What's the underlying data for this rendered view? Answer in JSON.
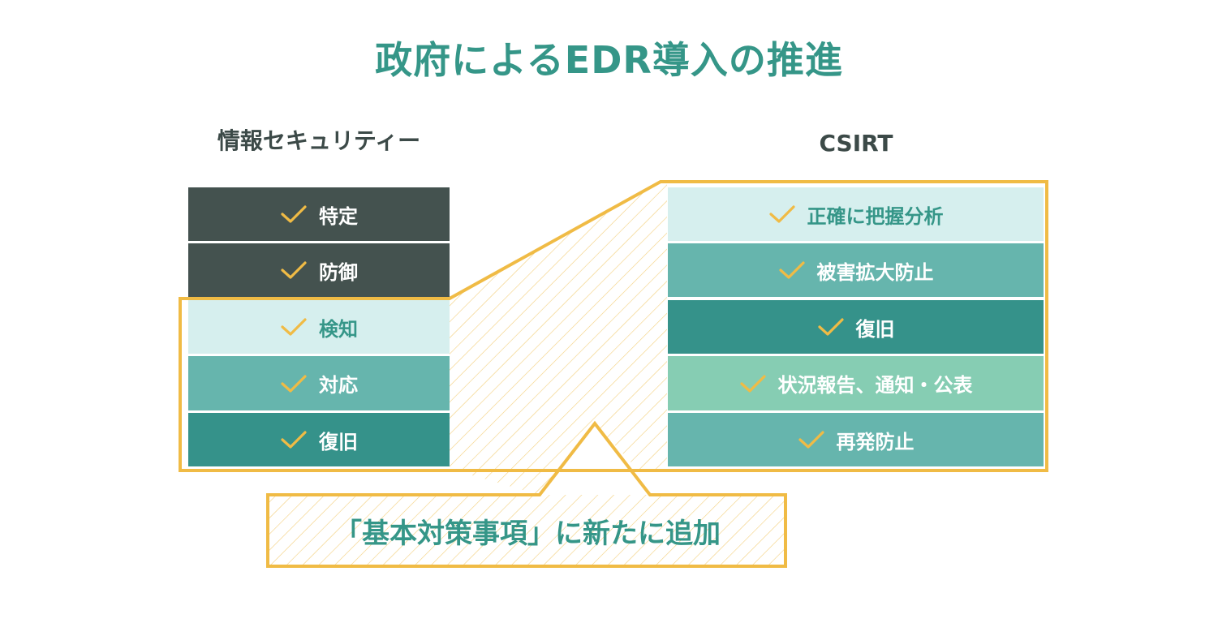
{
  "title": "政府によるEDR導入の推進",
  "left": {
    "heading": "情報セキュリティー",
    "items": [
      {
        "label": "特定",
        "bg": "#44524f",
        "fg": "#ffffff"
      },
      {
        "label": "防御",
        "bg": "#44524f",
        "fg": "#ffffff"
      },
      {
        "label": "検知",
        "bg": "#d6efee",
        "fg": "#359688"
      },
      {
        "label": "対応",
        "bg": "#66b5ad",
        "fg": "#ffffff"
      },
      {
        "label": "復旧",
        "bg": "#35928a",
        "fg": "#ffffff"
      }
    ]
  },
  "right": {
    "heading": "CSIRT",
    "items": [
      {
        "label": "正確に把握分析",
        "bg": "#d6efee",
        "fg": "#359688"
      },
      {
        "label": "被害拡大防止",
        "bg": "#66b5ad",
        "fg": "#ffffff"
      },
      {
        "label": "復旧",
        "bg": "#35928a",
        "fg": "#ffffff"
      },
      {
        "label": "状況報告、通知・公表",
        "bg": "#86cdb3",
        "fg": "#ffffff"
      },
      {
        "label": "再発防止",
        "bg": "#66b5ad",
        "fg": "#ffffff"
      }
    ]
  },
  "callout": "「基本対策事項」に新たに追加",
  "colors": {
    "accent": "#359688",
    "highlight": "#f0bb45",
    "check": "#f0bb45",
    "dark": "#44524f"
  },
  "icons": {
    "check": "check-icon"
  }
}
